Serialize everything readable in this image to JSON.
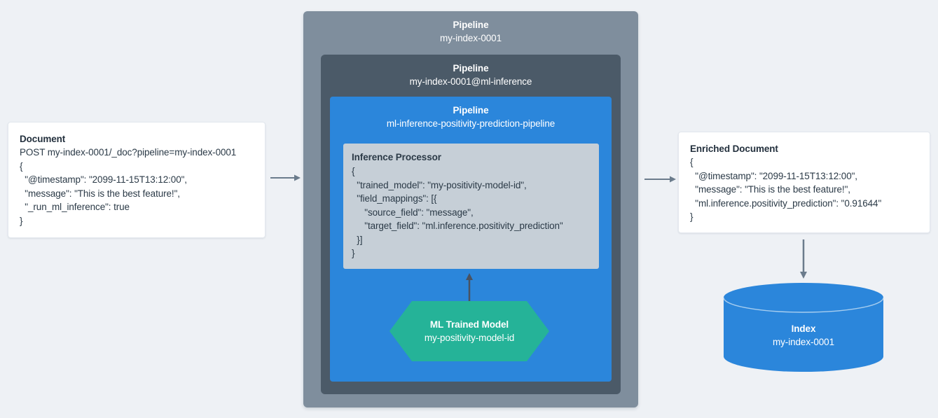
{
  "meta": {
    "background_color": "#eef1f5",
    "accent_blue": "#2b86db",
    "accent_teal": "#25b398",
    "arrow_color": "#6b7c8c",
    "arrow_color_dark": "#4a5260",
    "outer_pipeline_color": "#7f8e9d",
    "mid_pipeline_color": "#4b5a68",
    "processor_panel_color": "#c6cfd7",
    "text_color": "#2b3a47"
  },
  "document": {
    "title": "Document",
    "lines": [
      "POST my-index-0001/_doc?pipeline=my-index-0001",
      "{",
      "  \"@timestamp\": \"2099-11-15T13:12:00\",",
      "  \"message\": \"This is the best feature!\",",
      "  \"_run_ml_inference\": true",
      "}"
    ]
  },
  "pipeline_outer": {
    "label": "Pipeline",
    "name": "my-index-0001"
  },
  "pipeline_mid": {
    "label": "Pipeline",
    "name": "my-index-0001@ml-inference"
  },
  "pipeline_inner": {
    "label": "Pipeline",
    "name": "ml-inference-positivity-prediction-pipeline"
  },
  "inference_processor": {
    "title": "Inference Processor",
    "lines": [
      "{",
      "  \"trained_model\": \"my-positivity-model-id\",",
      "  \"field_mappings\": [{",
      "     \"source_field\": \"message\",",
      "     \"target_field\": \"ml.inference.positivity_prediction\"",
      "  }]",
      "}"
    ]
  },
  "ml_trained_model": {
    "label": "ML Trained Model",
    "name": "my-positivity-model-id"
  },
  "enriched_document": {
    "title": "Enriched Document",
    "lines": [
      "{",
      "  \"@timestamp\": \"2099-11-15T13:12:00\",",
      "  \"message\": \"This is the best feature!\",",
      "  \"ml.inference.positivity_prediction\": \"0.91644\"",
      "}"
    ]
  },
  "index": {
    "label": "Index",
    "name": "my-index-0001"
  },
  "arrows": [
    {
      "name": "arrow-document-to-pipeline",
      "direction": "right"
    },
    {
      "name": "arrow-pipeline-to-enriched-document",
      "direction": "right"
    },
    {
      "name": "arrow-model-to-processor",
      "direction": "up"
    },
    {
      "name": "arrow-enriched-document-to-index",
      "direction": "down"
    }
  ]
}
